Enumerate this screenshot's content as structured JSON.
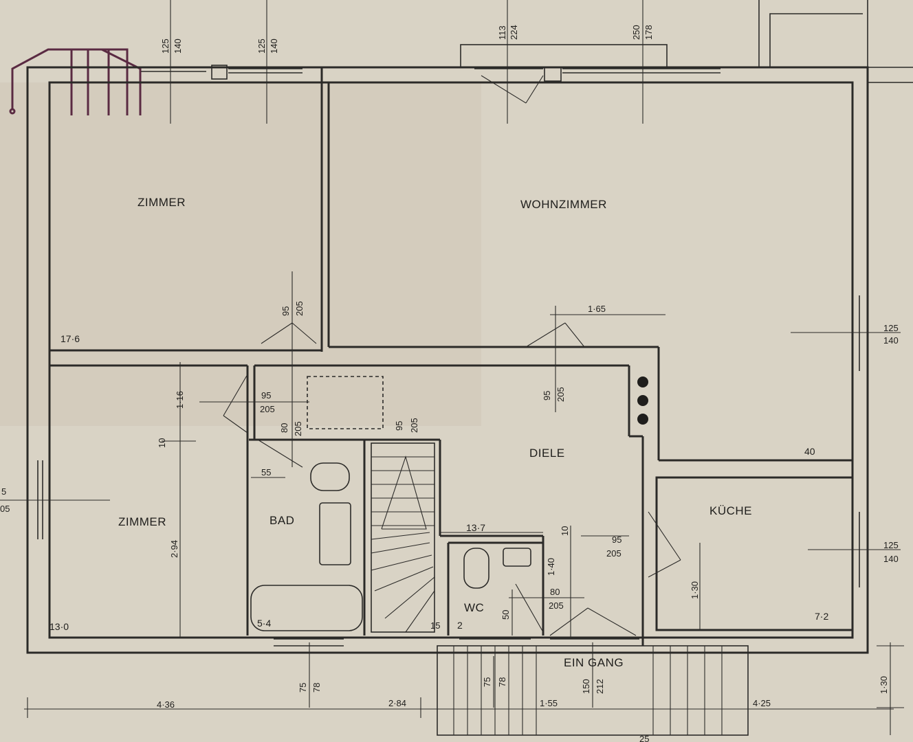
{
  "logo": {
    "color": "#5a2a42"
  },
  "rooms": {
    "zimmer_top": {
      "label": "ZIMMER",
      "area": "17·6"
    },
    "wohnzimmer": {
      "label": "WOHNZIMMER",
      "area": "40"
    },
    "zimmer_left": {
      "label": "ZIMMER",
      "area": "13·0"
    },
    "bad": {
      "label": "BAD",
      "area": "5·4"
    },
    "diele": {
      "label": "DIELE",
      "area": "13·7"
    },
    "kueche": {
      "label": "KÜCHE",
      "area": "7·2"
    },
    "wc": {
      "label": "WC",
      "area": "2"
    },
    "eingang": {
      "label": "EIN GANG"
    }
  },
  "dims": {
    "win_top1_a": "125",
    "win_top1_b": "140",
    "win_top2_a": "125",
    "win_top2_b": "140",
    "win_top3_a": "113",
    "win_top3_b": "224",
    "win_top4_a": "250",
    "win_top4_b": "178",
    "door_zimmer_a": "95",
    "door_zimmer_b": "205",
    "door_wohn_dim": "1·65",
    "door_wohn_a": "95",
    "door_wohn_b": "205",
    "right_win1_a": "125",
    "right_win1_b": "140",
    "right_win2_a": "125",
    "right_win2_b": "140",
    "left_edge_a": "5",
    "left_edge_b": "05",
    "zimmer_door_a": "95",
    "zimmer_door_b": "205",
    "bad_door_a": "80",
    "bad_door_b": "205",
    "stair_a": "95",
    "stair_b": "205",
    "h_116": "1·16",
    "h_10": "10",
    "h_294": "2·94",
    "bad_55": "55",
    "wc_10": "10",
    "wc_140": "1·40",
    "wc_80": "80",
    "wc_205": "205",
    "wc_50": "50",
    "stair_15": "15",
    "kueche_door_a": "95",
    "kueche_door_b": "205",
    "kueche_130": "1·30",
    "bottom_75a": "75",
    "bottom_78a": "78",
    "bottom_75b": "75",
    "bottom_78b": "78",
    "bottom_150": "150",
    "bottom_212": "212",
    "run_436": "4·36",
    "run_284": "2·84",
    "run_155": "1·55",
    "run_425": "4·25",
    "right_130": "1·30",
    "bottom_25": "25"
  }
}
